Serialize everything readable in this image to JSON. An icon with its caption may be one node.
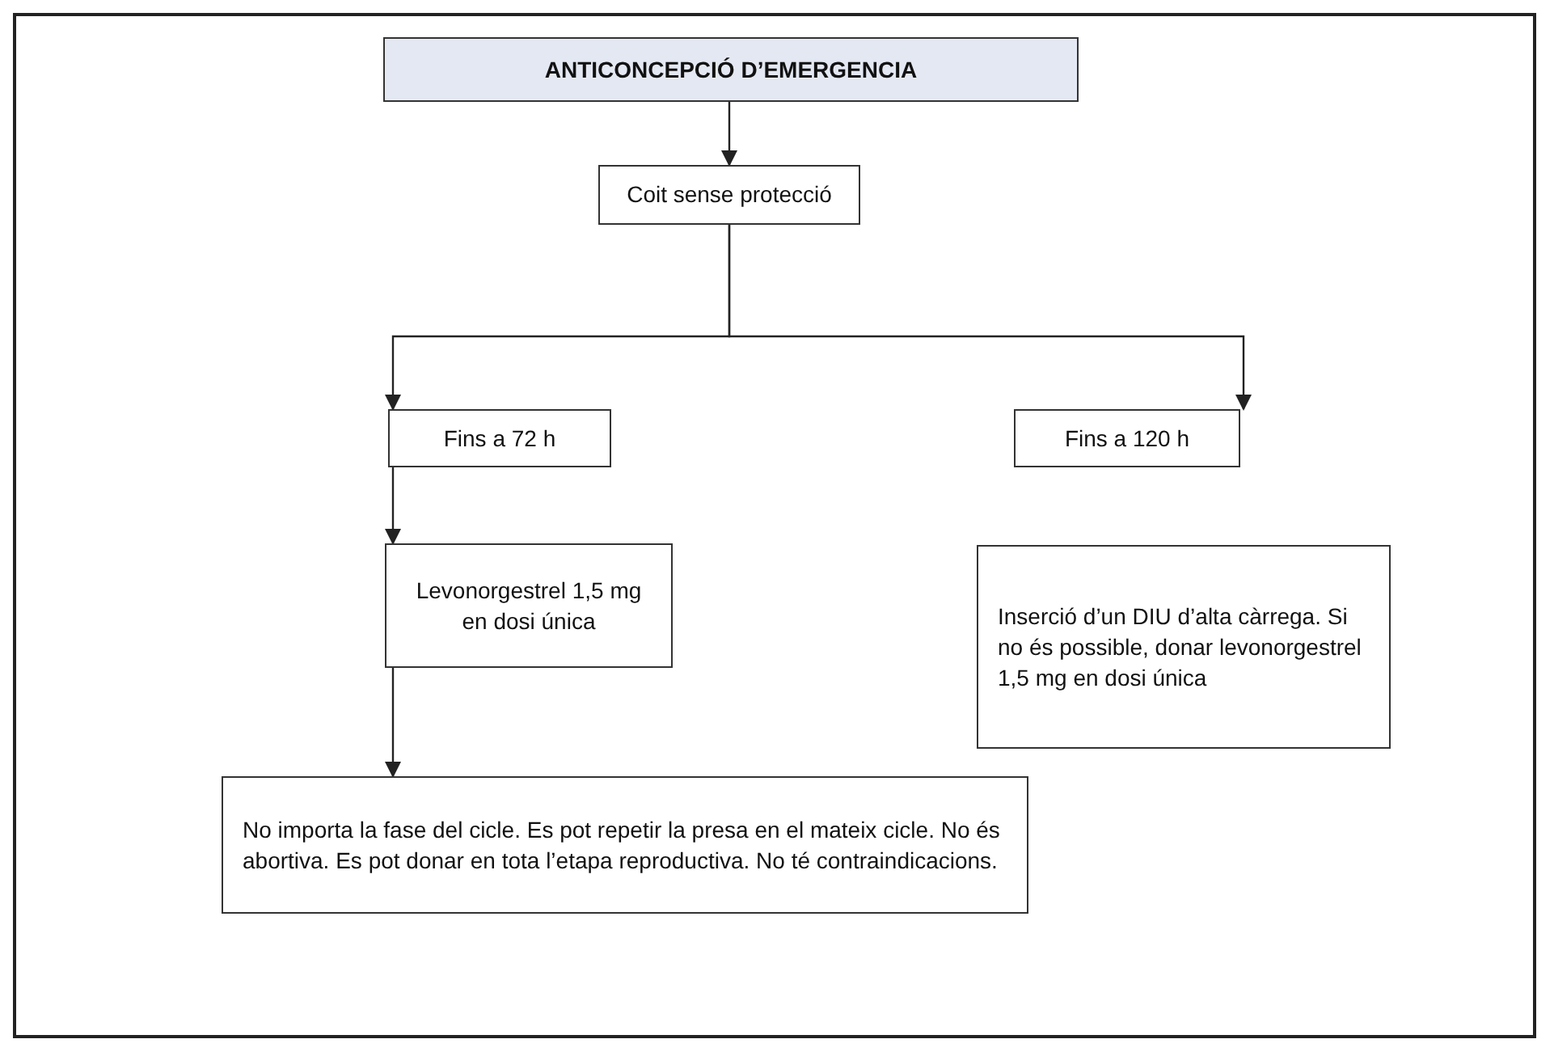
{
  "diagram": {
    "nodes": [
      {
        "text": [
          "ANTICONCEPCIÓ D’EMERGENCIA"
        ]
      },
      {
        "text": [
          "Coit sense protecció"
        ]
      },
      {
        "text": [
          "Fins a 72 h"
        ]
      },
      {
        "text": [
          "Fins a 120 h"
        ]
      },
      {
        "text": [
          "Levonorgestrel 1,5 mg en dosi única"
        ]
      },
      {
        "text": [
          "Inserció d’un DIU d’alta càrrega. Si no és possible, donar levonorgestrel 1,5 mg en dosi única"
        ]
      },
      {
        "text": [
          "No importa la fase del cicle. Es pot repetir la presa en el mateix cicle. No és abortiva. Es pot donar en tota l’etapa reproductiva. No té contraindicacions."
        ]
      }
    ],
    "edges": [
      {
        "from": 0,
        "to": 1,
        "arrow": "to"
      },
      {
        "from": 1,
        "to": 2,
        "arrow": "to"
      },
      {
        "from": 1,
        "to": 3,
        "arrow": "to"
      },
      {
        "from": 2,
        "to": 4,
        "arrow": "to"
      },
      {
        "from": 4,
        "to": 6,
        "arrow": "to"
      }
    ]
  }
}
